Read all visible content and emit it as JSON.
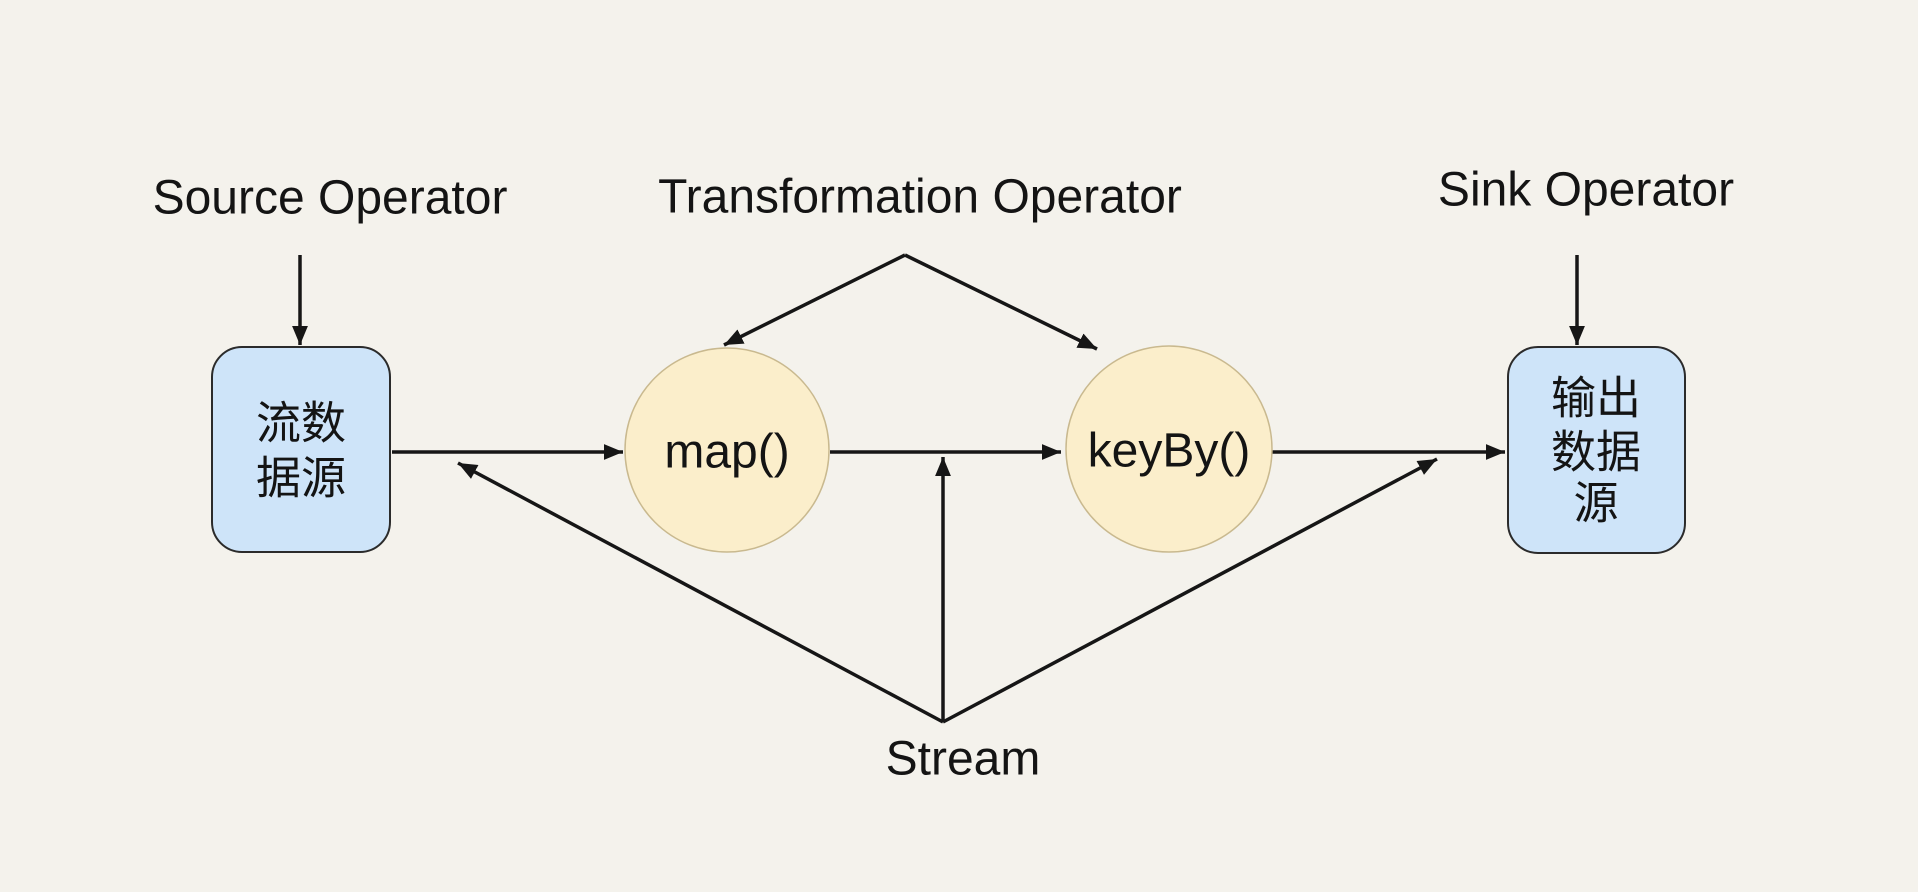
{
  "diagram": {
    "title": "stream-processing-operator-diagram",
    "background": "#F4F2EC",
    "labels": {
      "source_operator": "Source Operator",
      "transformation_operator": "Transformation Operator",
      "sink_operator": "Sink Operator",
      "stream": "Stream"
    },
    "nodes": {
      "source": {
        "role": "source",
        "shape": "rounded-rectangle",
        "fill": "#CEE4F9",
        "line1": "流数",
        "line2": "据源"
      },
      "map": {
        "role": "transformation",
        "shape": "circle",
        "fill": "#FBEECB",
        "label": "map()"
      },
      "keyby": {
        "role": "transformation",
        "shape": "circle",
        "fill": "#FBEECB",
        "label": "keyBy()"
      },
      "sink": {
        "role": "sink",
        "shape": "rounded-rectangle",
        "fill": "#CEE4F9",
        "line1": "输出",
        "line2": "数据",
        "line3": "源"
      }
    },
    "edges": {
      "flow": [
        "source -> map()",
        "map() -> keyBy()",
        "keyBy() -> sink"
      ],
      "annotations": [
        "Source Operator -> source node",
        "Transformation Operator -> map()",
        "Transformation Operator -> keyBy()",
        "Sink Operator -> sink node",
        "Stream -> source-map edge",
        "Stream -> map-keyBy edge",
        "Stream -> keyBy-sink edge"
      ]
    },
    "colors": {
      "stroke": "#161616",
      "text": "#141414",
      "box_border": "#2B2B2B",
      "circle_border": "#C9B98F"
    }
  }
}
